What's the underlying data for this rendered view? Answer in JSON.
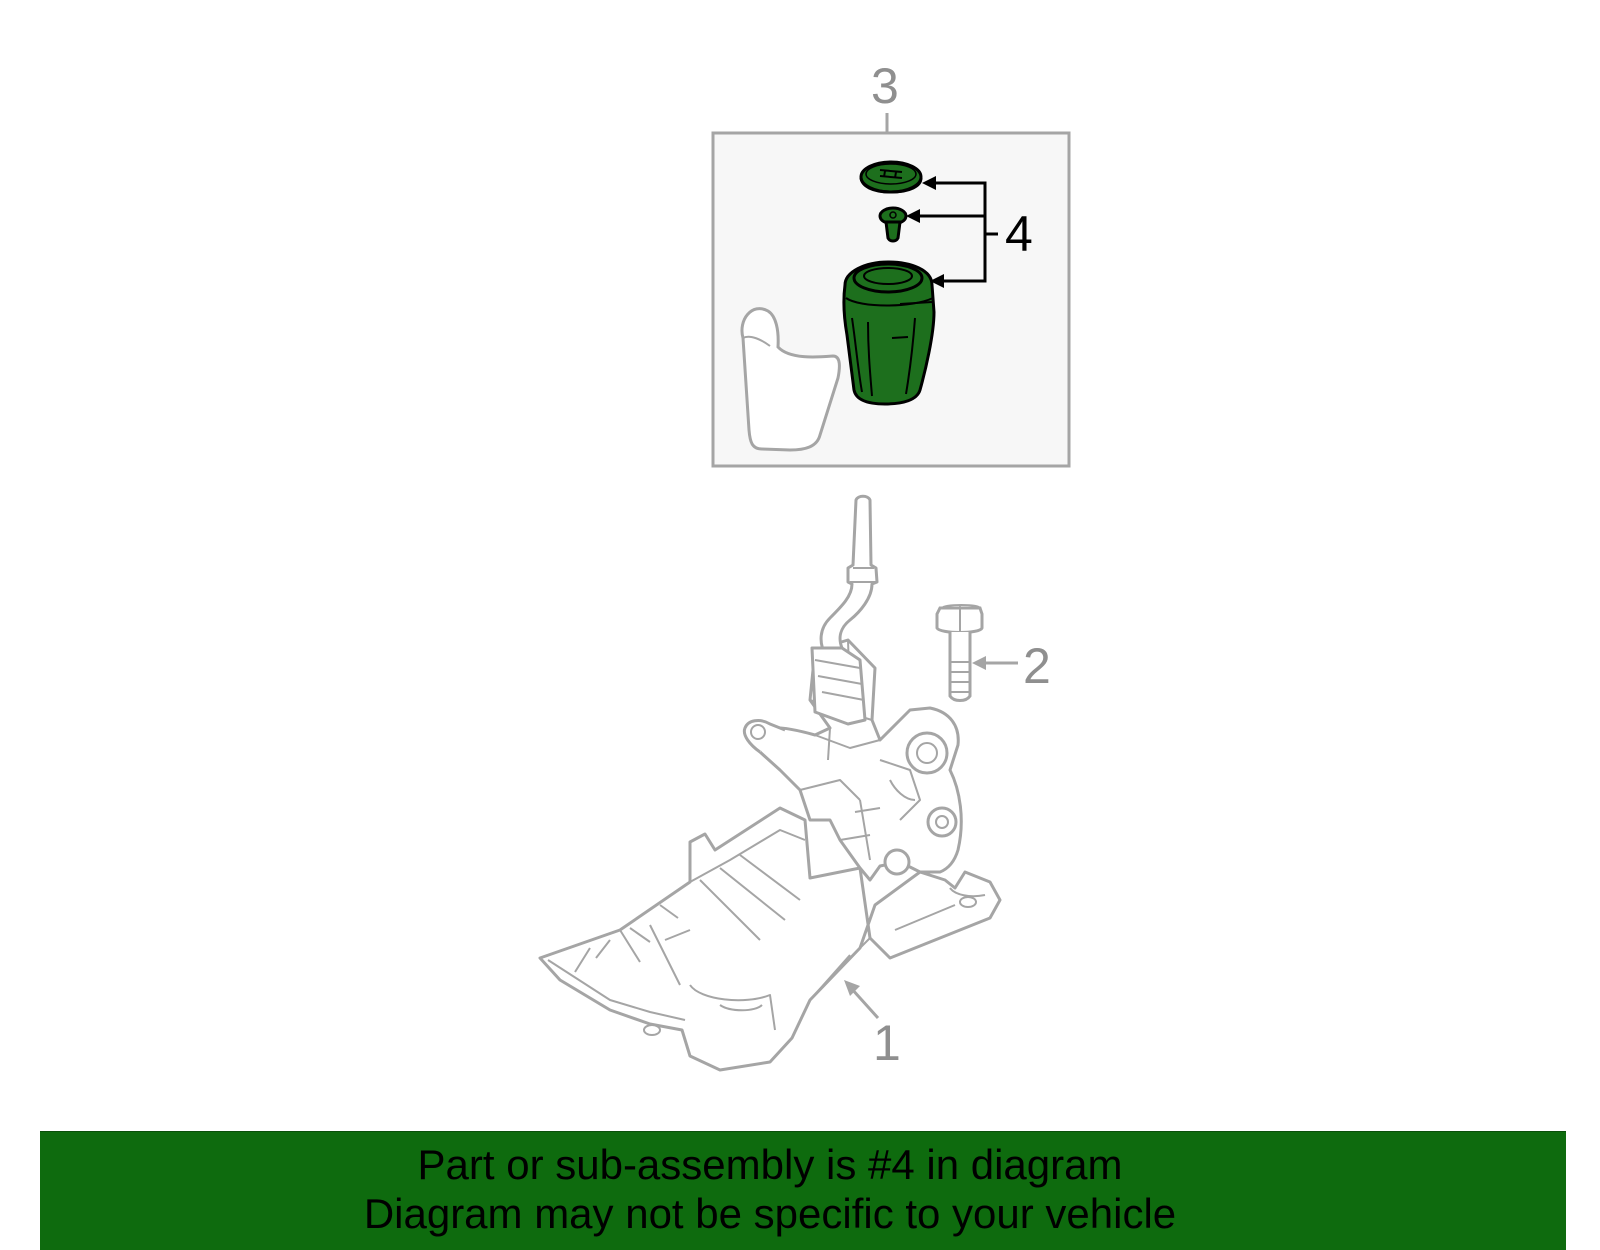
{
  "colors": {
    "part_line": "#a5a5a5",
    "highlight_fill": "#1d6f1d",
    "highlight_stroke": "#000000",
    "subassembly_box_fill": "#f7f7f7",
    "banner_background": "#0e6b0e",
    "banner_text": "#000000"
  },
  "callouts": {
    "part_1": "1",
    "part_2": "2",
    "part_3": "3",
    "part_4": "4"
  },
  "banner": {
    "line1": "Part or sub-assembly is #4 in diagram",
    "line2": "Diagram may not be specific to your vehicle"
  }
}
